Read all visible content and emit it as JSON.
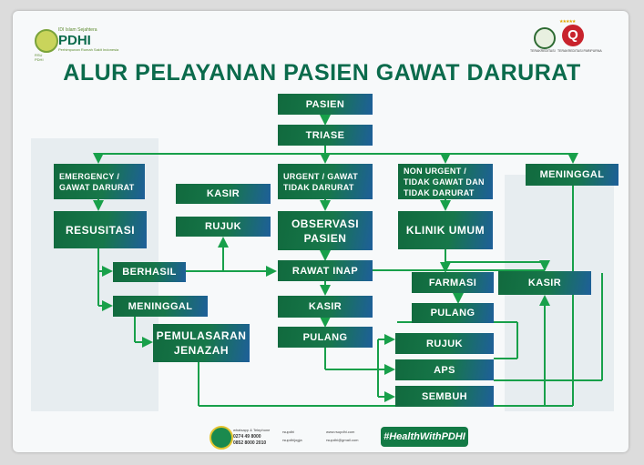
{
  "header": {
    "logo_sub1": "IDI Islam Sejahtera",
    "logo_name": "PDHI",
    "logo_sub2": "Perhimpunan Rumah Sakit Indonesia",
    "logo_sub3": "RSU PDHI",
    "accreditation_1_caption": "TERAKREDITASI",
    "accreditation_2_caption": "TERAKREDITASI PARIPURNA",
    "accreditation_2_letter": "Q",
    "accreditation_stars": "★★★★★"
  },
  "title": "ALUR PELAYANAN PASIEN GAWAT DARURAT",
  "nodes": {
    "pasien": "PASIEN",
    "triase": "TRIASE",
    "emergency": "EMERGENCY / GAWAT DARURAT",
    "resusitasi": "RESUSITASI",
    "kasir_left": "KASIR",
    "rujuk_left": "RUJUK",
    "berhasil": "BERHASIL",
    "meninggal_left": "MENINGGAL",
    "pemulasaran": "PEMULASARAN JENAZAH",
    "urgent": "URGENT / GAWAT TIDAK DARURAT",
    "observasi": "OBSERVASI PASIEN",
    "rawat_inap": "RAWAT INAP",
    "kasir_mid": "KASIR",
    "pulang_mid": "PULANG",
    "non_urgent": "NON URGENT / TIDAK GAWAT DAN TIDAK DARURAT",
    "klinik_umum": "KLINIK UMUM",
    "farmasi": "FARMASI",
    "pulang_right": "PULANG",
    "kasir_right": "KASIR",
    "rujuk_right": "RUJUK",
    "aps": "APS",
    "sembuh": "SEMBUH",
    "meninggal_top": "MENINGGAL"
  },
  "footer": {
    "whatsapp_label": "whatsapp & Telephone",
    "phone_1": "0274 49 8000",
    "phone_2": "0852 8000 2010",
    "social_1": "rsupdhi",
    "social_2": "rsupdhijogja",
    "web": "www.rsupdhi.com",
    "address": "rsupdhi@gmail.com",
    "hashtag": "#HealthWithPDHI"
  },
  "colors": {
    "title_green": "#0b6b4c",
    "box_green": "#116a3e",
    "box_blue": "#1e5f9a",
    "line_green": "#18a04a"
  }
}
